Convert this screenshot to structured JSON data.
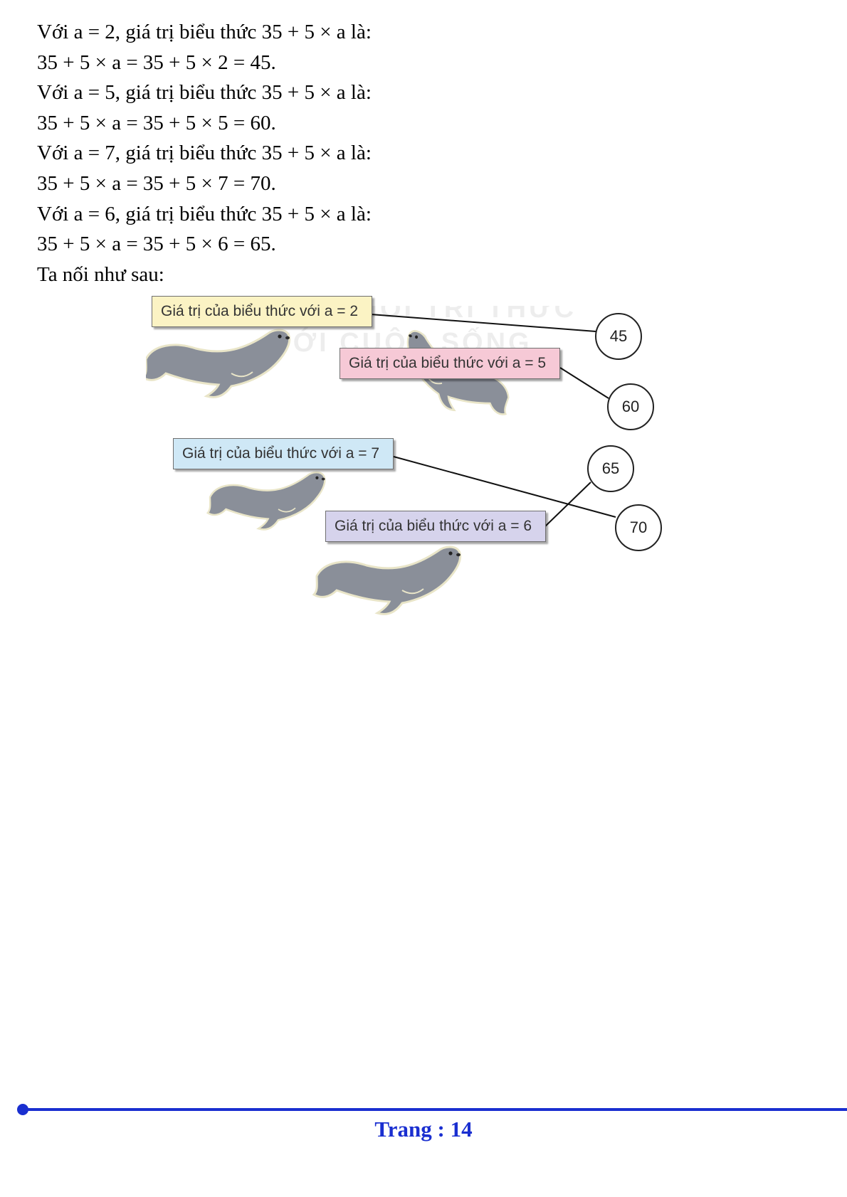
{
  "lines": [
    "Với a = 2, giá trị biểu thức 35 + 5 × a là:",
    "35 + 5 × a = 35 + 5 × 2 = 45.",
    "Với a = 5, giá trị biểu thức 35 + 5 × a là:",
    "35 + 5 × a = 35 + 5 × 5 = 60.",
    "Với a = 7, giá trị biểu thức 35 + 5 × a là:",
    "35 + 5 × a = 35 + 5 × 7 = 70.",
    "Với a = 6, giá trị biểu thức 35 + 5 × a là:",
    "35 + 5 × a = 35 + 5 × 6 = 65.",
    "Ta nối như sau:"
  ],
  "figure": {
    "watermark": [
      "KẾT NỐI TRI THỨC",
      "VỚI CUỘC SỐNG"
    ],
    "labels": [
      {
        "text": "Giá trị của biểu thức với a = 2",
        "color": "#fbf3c4"
      },
      {
        "text": "Giá trị của biểu thức với a = 5",
        "color": "#f6c9d6"
      },
      {
        "text": "Giá trị của biểu thức với a = 7",
        "color": "#cfe8f6"
      },
      {
        "text": "Giá trị của biểu thức với a = 6",
        "color": "#d6d3ec"
      }
    ],
    "values": [
      "45",
      "60",
      "65",
      "70"
    ],
    "seal_color": "#8a8f99"
  },
  "footer": {
    "page_label": "Trang : 14",
    "color": "#1a2fd0"
  }
}
